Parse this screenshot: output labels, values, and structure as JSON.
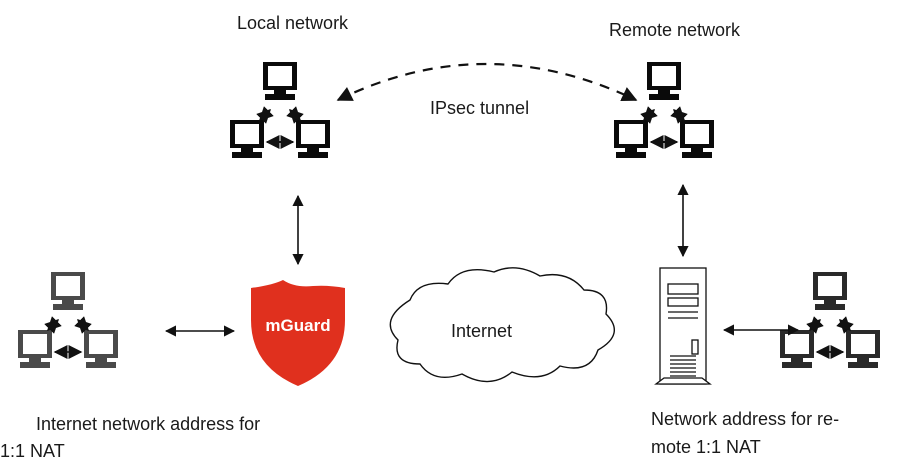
{
  "labels": {
    "local_network": "Local network",
    "remote_network": "Remote network",
    "ipsec_tunnel": "IPsec tunnel",
    "internet": "Internet",
    "mguard": "mGuard",
    "internet_nat_line1": "Internet network address for",
    "internet_nat_line2": "1:1 NAT",
    "remote_nat_line1": "Network address for re-",
    "remote_nat_line2": "mote 1:1 NAT"
  },
  "icons": {
    "computer": "computer-icon",
    "server": "server-tower-icon",
    "cloud": "cloud-icon",
    "shield": "shield-icon"
  },
  "colors": {
    "mguard_red": "#e0301e",
    "line": "#111111",
    "grey_pc": "#4a4a4a",
    "black_pc": "#0a0a0a"
  }
}
